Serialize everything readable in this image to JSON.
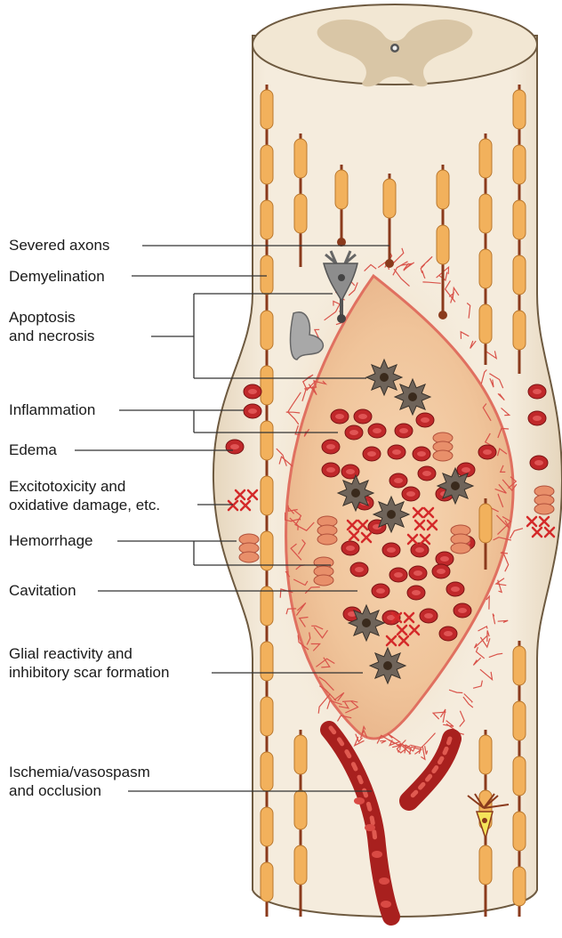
{
  "labels": {
    "severed_axons": "Severed axons",
    "demyelination": "Demyelination",
    "apoptosis_line1": "Apoptosis",
    "apoptosis_line2": "and necrosis",
    "inflammation": "Inflammation",
    "edema": "Edema",
    "excitotoxicity_line1": "Excitotoxicity and",
    "excitotoxicity_line2": "oxidative damage, etc.",
    "hemorrhage": "Hemorrhage",
    "cavitation": "Cavitation",
    "glial_line1": "Glial reactivity and",
    "glial_line2": "inhibitory scar formation",
    "ischemia_line1": "Ischemia/vasospasm",
    "ischemia_line2": "and occlusion"
  },
  "colors": {
    "cord_fill": "#f3e8d6",
    "cord_edge": "#6e5a40",
    "gray_matter": "#d9c6a6",
    "axon": "#8a3a1c",
    "myelin": "#f2b15c",
    "myelin_edge": "#b9772d",
    "lesion": "#f2cda6",
    "rbc": "#c0282a",
    "macrophage": "#6f645a",
    "scar_net": "#d9534a",
    "xmark": "#d42a2a",
    "leader": "#333333"
  }
}
